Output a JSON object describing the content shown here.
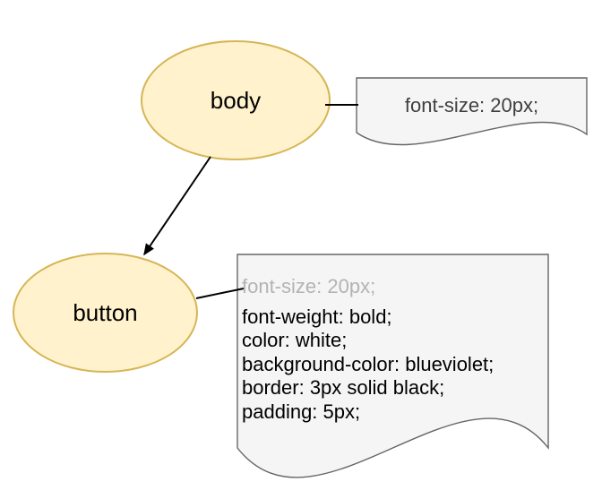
{
  "nodes": {
    "body": {
      "label": "body"
    },
    "button": {
      "label": "button"
    }
  },
  "notes": {
    "body_note": {
      "text": "font-size: 20px;"
    },
    "button_note": {
      "inherited": "font-size: 20px;",
      "rules": [
        "font-weight: bold;",
        "color: white;",
        "background-color: blueviolet;",
        "border: 3px solid black;",
        "padding: 5px;"
      ]
    }
  },
  "colors": {
    "node_fill": "#FFF2CC",
    "node_stroke": "#D6B656",
    "note_fill": "#F5F5F5",
    "note_stroke": "#666666",
    "note_text": "#404040",
    "inherited_text": "#B3B3B3",
    "connector": "#000000",
    "background": "#FFFFFF"
  }
}
